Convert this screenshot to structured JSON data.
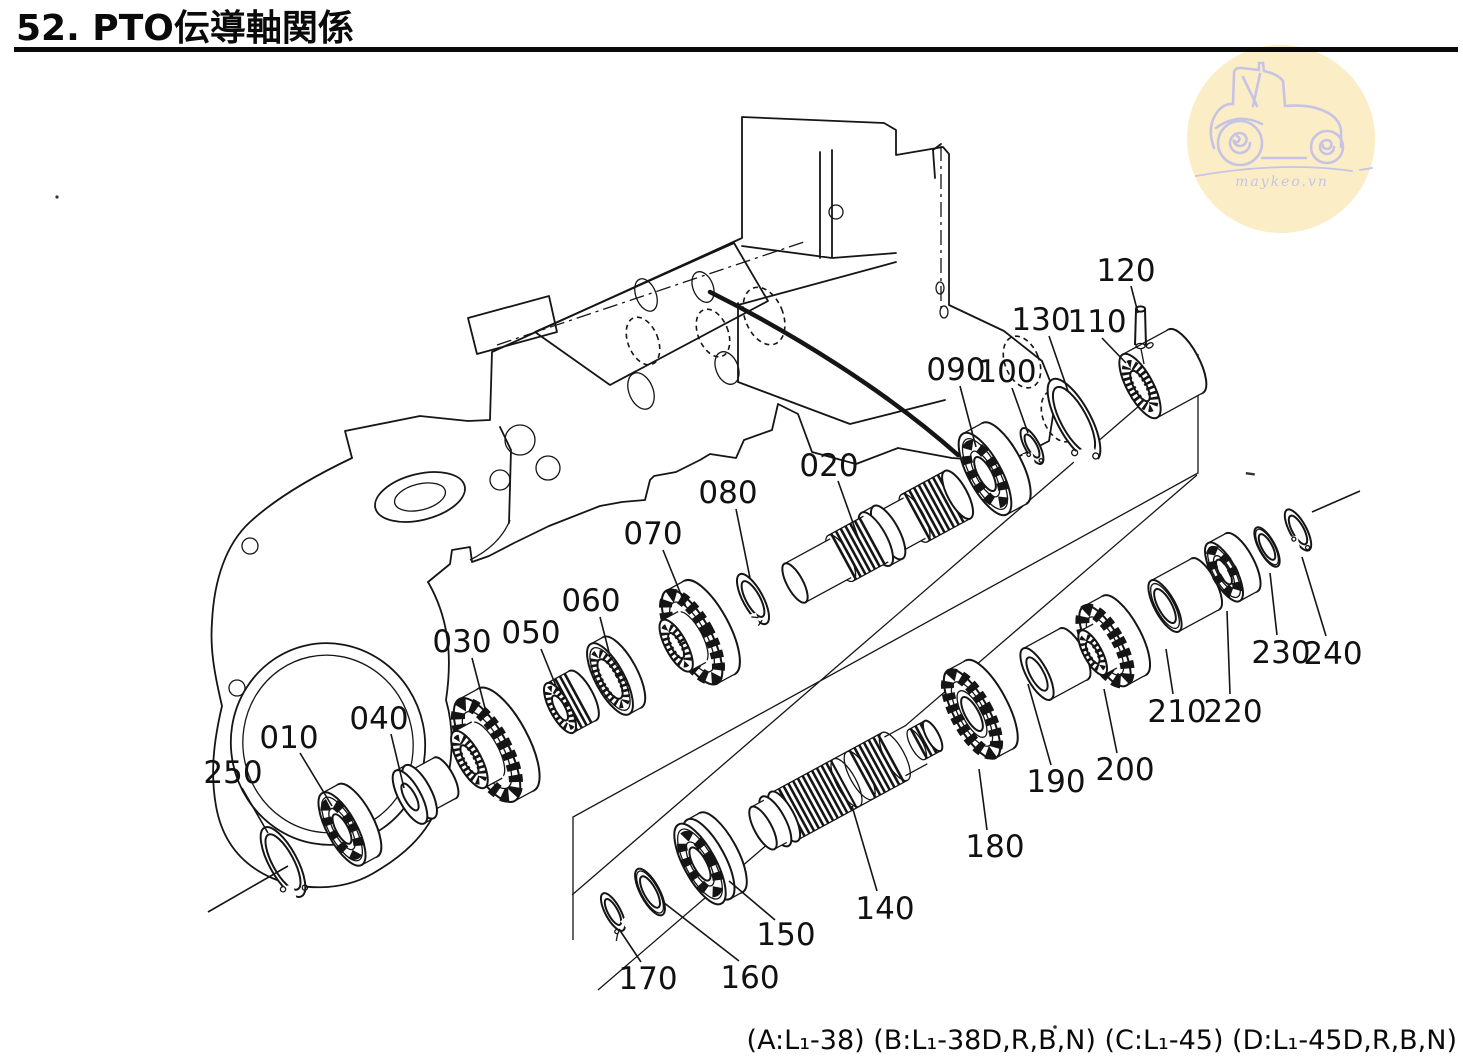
{
  "title": "52. PTO伝導軸関係",
  "caption": "(A:L₁-38) (B:L₁-38D,R,B,N) (C:L₁-45) (D:L₁-45D,R,B,N)",
  "watermark": {
    "text": "maykeo.vn"
  },
  "colors": {
    "ink": "#151515",
    "watermark_fill": "#fbeec6",
    "watermark_line": "#c7c3e5"
  },
  "parts": [
    {
      "label": "010"
    },
    {
      "label": "020"
    },
    {
      "label": "030"
    },
    {
      "label": "040"
    },
    {
      "label": "050"
    },
    {
      "label": "060"
    },
    {
      "label": "070"
    },
    {
      "label": "080"
    },
    {
      "label": "090"
    },
    {
      "label": "100"
    },
    {
      "label": "110"
    },
    {
      "label": "120"
    },
    {
      "label": "130"
    },
    {
      "label": "140"
    },
    {
      "label": "150"
    },
    {
      "label": "160"
    },
    {
      "label": "170"
    },
    {
      "label": "180"
    },
    {
      "label": "190"
    },
    {
      "label": "200"
    },
    {
      "label": "210"
    },
    {
      "label": "220"
    },
    {
      "label": "230"
    },
    {
      "label": "240"
    },
    {
      "label": "250"
    }
  ]
}
